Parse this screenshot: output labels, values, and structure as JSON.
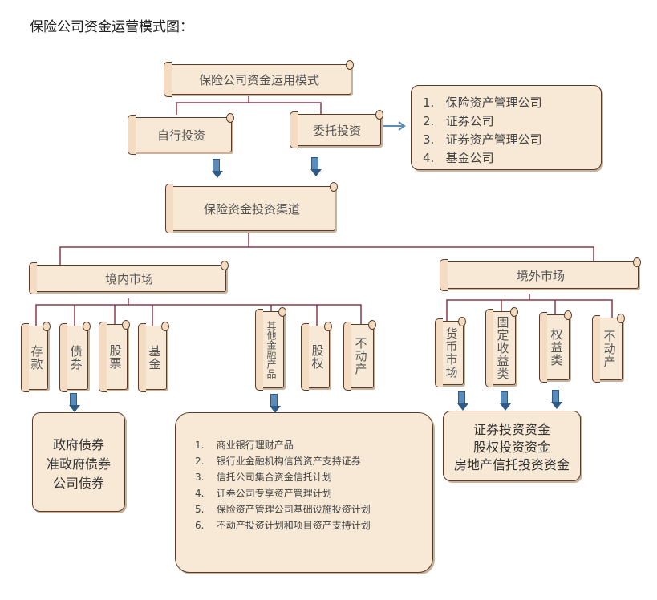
{
  "title": "保险公司资金运营模式图：",
  "top": "保险公司资金运用模式",
  "self": "自行投资",
  "entrust": "委托投资",
  "entrust_list": [
    "保险资产管理公司",
    "证券公司",
    "证券资产管理公司",
    "基金公司"
  ],
  "channel": "保险资金投资渠道",
  "domestic": "境内市场",
  "overseas": "境外市场",
  "domestic_items": {
    "deposit": "存款",
    "bond": "债券",
    "stock": "股票",
    "fund": "基金",
    "other": "其他金融产品",
    "equity": "股权",
    "realestate": "不动产"
  },
  "overseas_items": {
    "currency": "货币市场",
    "fixed": "固定收益类",
    "equity": "权益类",
    "realestate": "不动产"
  },
  "bond_list": [
    "政府债券",
    "准政府债券",
    "公司债券"
  ],
  "other_list": [
    "商业银行理财产品",
    "银行业金融机构信贷资产支持证券",
    "信托公司集合资金信托计划",
    "证券公司专享资产管理计划",
    "保险资产管理公司基础设施投资计划",
    "不动产投资计划和项目资产支持计划"
  ],
  "overseas_list": [
    "证券投资资金",
    "股权投资资金",
    "房地产信托投资资金"
  ],
  "colors": {
    "scroll_fill": "#f8e9d6",
    "border": "#5a3a2a",
    "line": "#8a3a4a",
    "arrow": "#5b8bb8"
  }
}
